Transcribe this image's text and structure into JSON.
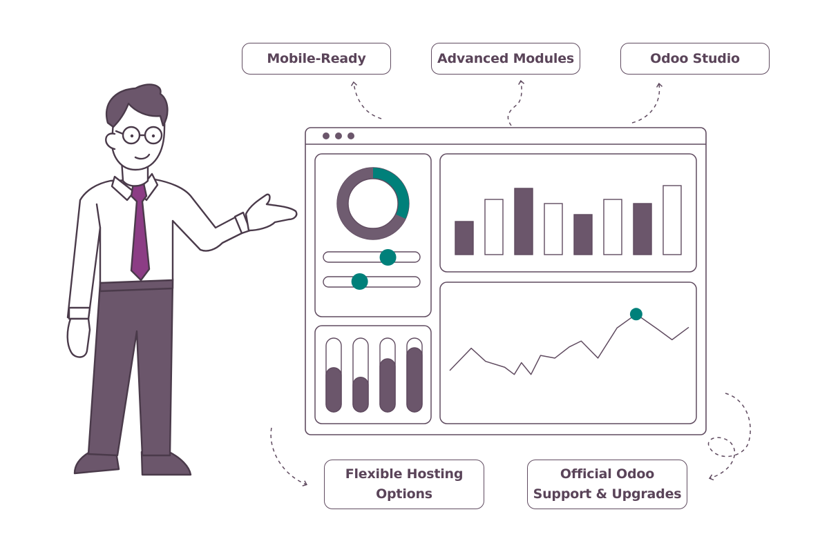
{
  "features": {
    "mobile_ready": "Mobile-Ready",
    "advanced_modules": "Advanced Modules",
    "odoo_studio": "Odoo Studio",
    "flexible_hosting_line1": "Flexible Hosting",
    "flexible_hosting_line2": "Options",
    "support_line1": "Official Odoo",
    "support_line2": "Support & Upgrades"
  },
  "dashboard": {
    "donut_fill_fraction": 0.32,
    "slider_1_level": 0.69,
    "slider_2_level": 0.36,
    "bar_chart_levels": [
      0.48,
      0.8,
      0.96,
      0.74,
      0.58,
      0.8,
      0.74,
      1.0
    ],
    "bar_chart_styles": [
      "filled",
      "outline",
      "filled",
      "outline",
      "filled",
      "outline",
      "filled",
      "outline"
    ],
    "vertical_meter_levels": [
      0.6,
      0.47,
      0.72,
      0.87
    ],
    "line_chart_points": [
      [
        0,
        0.0
      ],
      [
        0.09,
        0.34
      ],
      [
        0.15,
        0.14
      ],
      [
        0.23,
        0.05
      ],
      [
        0.27,
        -0.06
      ],
      [
        0.3,
        0.12
      ],
      [
        0.34,
        -0.06
      ],
      [
        0.38,
        0.23
      ],
      [
        0.44,
        0.19
      ],
      [
        0.5,
        0.36
      ],
      [
        0.55,
        0.45
      ],
      [
        0.62,
        0.19
      ],
      [
        0.7,
        0.65
      ],
      [
        0.78,
        0.86
      ],
      [
        0.87,
        0.63
      ],
      [
        0.93,
        0.47
      ],
      [
        1.0,
        0.66
      ]
    ],
    "highlighted_point_index": 13
  },
  "colors": {
    "outline": "#5f4a5f",
    "bar_fill": "#6b566b",
    "accent_teal": "#00807a",
    "tie": "#8c3d85",
    "trousers": "#6b566b",
    "donut_gray": "#6f5c70"
  }
}
